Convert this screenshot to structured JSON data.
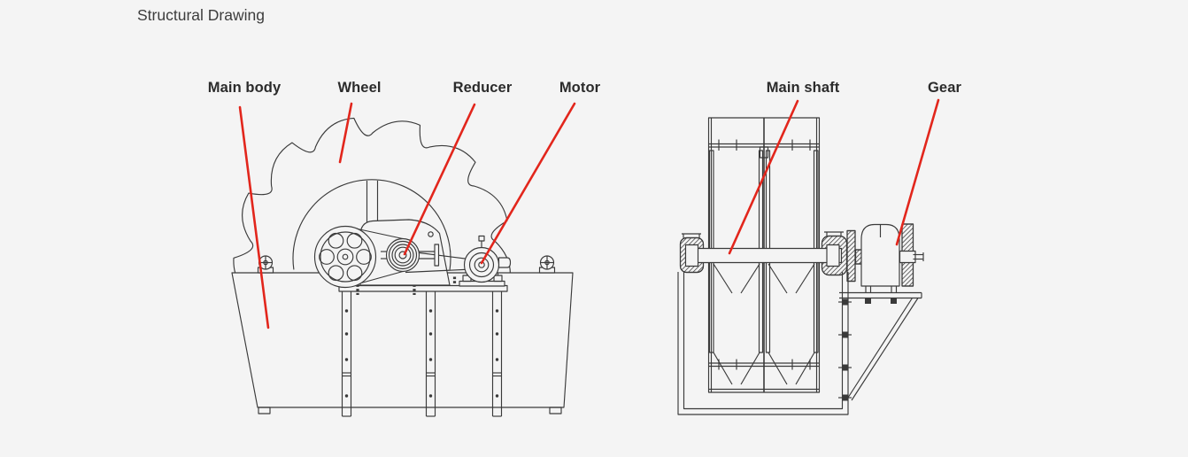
{
  "page": {
    "title": "Structural Drawing"
  },
  "labels": {
    "main_body": "Main body",
    "wheel": "Wheel",
    "reducer": "Reducer",
    "motor": "Motor",
    "main_shaft": "Main shaft",
    "gear": "Gear"
  },
  "theme": {
    "background": "#f4f4f4",
    "line_color": "#3a3a3a",
    "leader_color": "#e2261c",
    "label_color": "#2b2b2b",
    "title_color": "#3d3d3d"
  }
}
